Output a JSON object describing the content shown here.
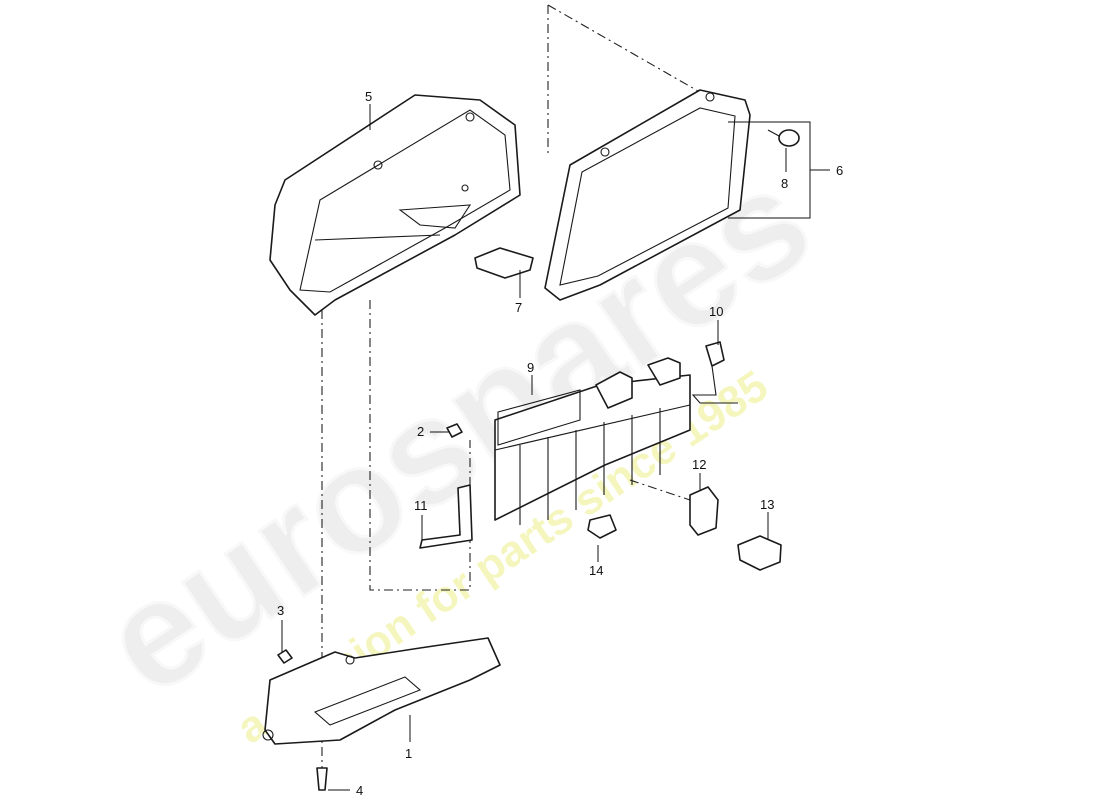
{
  "watermark": {
    "brand": "eurospares",
    "tagline": "a passion for parts since 1985"
  },
  "callouts": {
    "c1": "1",
    "c2": "2",
    "c3": "3",
    "c4": "4",
    "c5": "5",
    "c6": "6",
    "c7": "7",
    "c8": "8",
    "c9": "9",
    "c10": "10",
    "c11": "11",
    "c12": "12",
    "c13": "13",
    "c14": "14"
  },
  "colors": {
    "line": "#1a1a1a",
    "watermark_brand": "#e9e9e9",
    "watermark_tagline": "#eef08a"
  }
}
